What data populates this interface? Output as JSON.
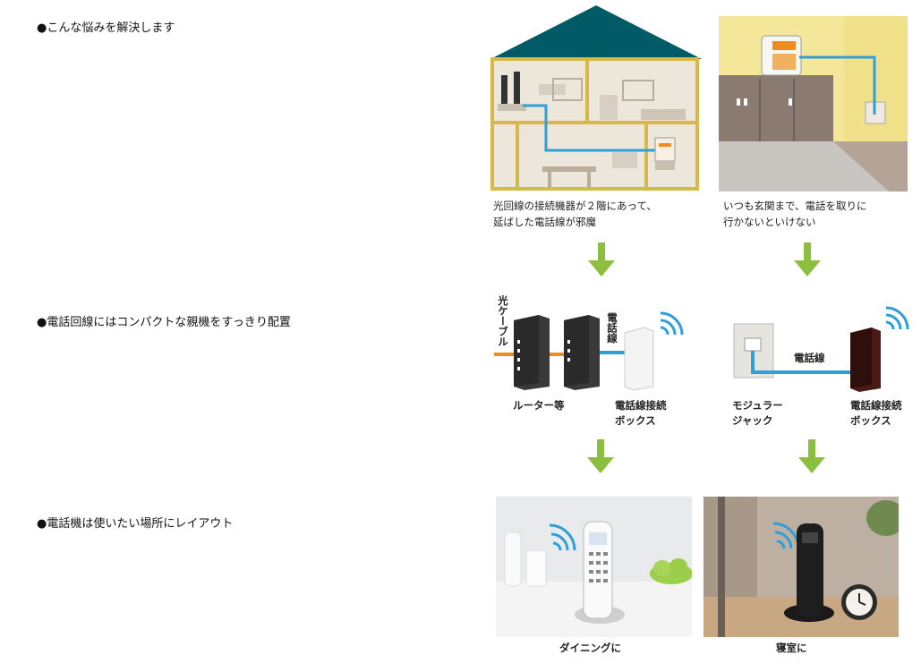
{
  "headings": {
    "problem": "●こんな悩みを解決します",
    "solution": "●電話回線にはコンパクトな親機をすっきり配置",
    "result": "●電話機は使いたい場所にレイアウト"
  },
  "problems": {
    "left_line1": "光回線の接続機器が２階にあって、",
    "left_line2": "延ばした電話線が邪魔",
    "right_line1": "いつも玄関まで、電話を取りに",
    "right_line2": "行かないといけない"
  },
  "diagram_left": {
    "cable_label": "光ケーブル",
    "line_label": "電話線",
    "router_label": "ルーター等",
    "box_label_line1": "電話線接続",
    "box_label_line2": "ボックス"
  },
  "diagram_right": {
    "line_label": "電話線",
    "jack_label_line1": "モジュラー",
    "jack_label_line2": "ジャック",
    "box_label_line1": "電話線接続",
    "box_label_line2": "ボックス"
  },
  "results": {
    "left_caption": "ダイニングに",
    "right_caption": "寝室に"
  },
  "colors": {
    "arrow": "#8cbf3f",
    "cable_blue": "#2f9fd6",
    "cable_orange": "#f08c1e",
    "roof": "#005b66",
    "house_frame": "#d9b84a"
  }
}
